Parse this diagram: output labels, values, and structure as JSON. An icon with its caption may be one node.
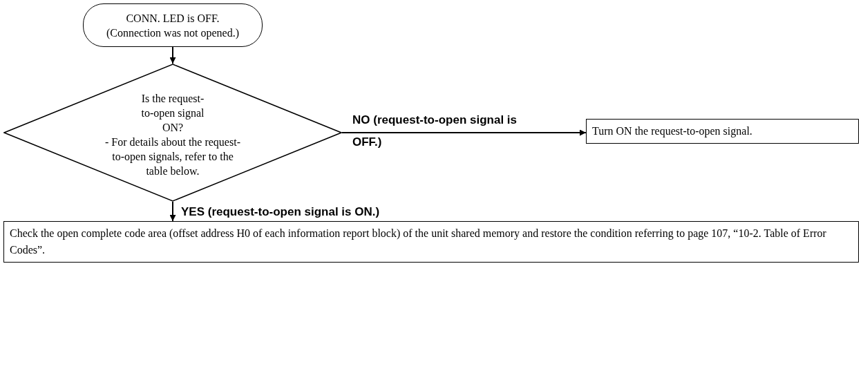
{
  "diagram": {
    "nodes": [
      {
        "text": [
          "CONN. LED is OFF. (Connection was not opened.)"
        ]
      },
      {
        "text": [
          "Is the request-to-open signal ON?",
          "- For details about the request-to-open signals, refer to the table below."
        ]
      },
      {
        "text": [
          "Turn ON the request-to-open signal."
        ]
      },
      {
        "text": [
          "Check the open complete code area (offset address H0 of each information report block) of the unit shared memory and restore the condition referring to page 107, “10-2. Table of Error Codes”."
        ]
      }
    ],
    "edges": [
      {
        "from": 0,
        "to": 1,
        "arrow": "to"
      },
      {
        "from": 1,
        "to": 2,
        "arrow": "to",
        "label": "NO (request-to-open signal is OFF.)"
      },
      {
        "from": 1,
        "to": 3,
        "arrow": "to",
        "label": "YES (request-to-open signal is ON.)"
      }
    ]
  }
}
